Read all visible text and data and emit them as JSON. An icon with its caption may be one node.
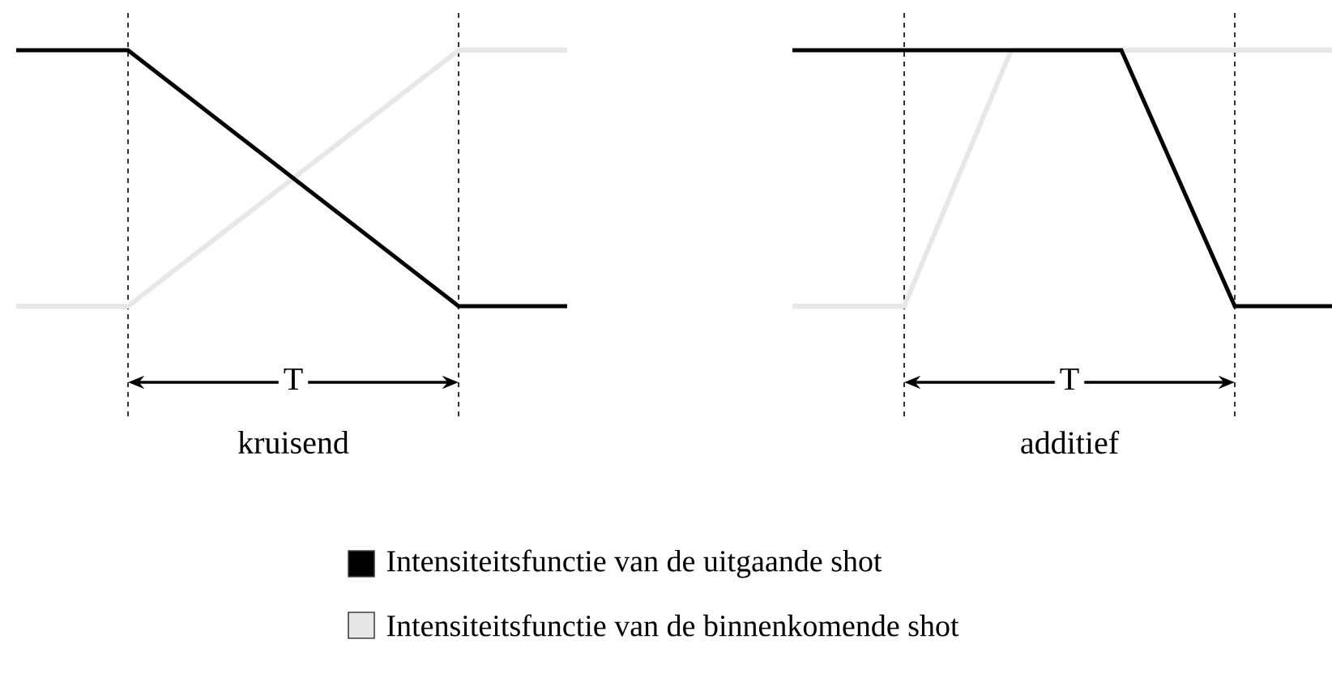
{
  "diagram": {
    "labels": [
      "T",
      "T",
      "kruisend",
      "additief"
    ],
    "legend": [
      {
        "text": "Intensiteitsfunctie van de uitgaande shot",
        "color": "#000000"
      },
      {
        "text": "Intensiteitsfunctie van de binnenkomende shot",
        "color": "#e6e8e6"
      }
    ]
  }
}
